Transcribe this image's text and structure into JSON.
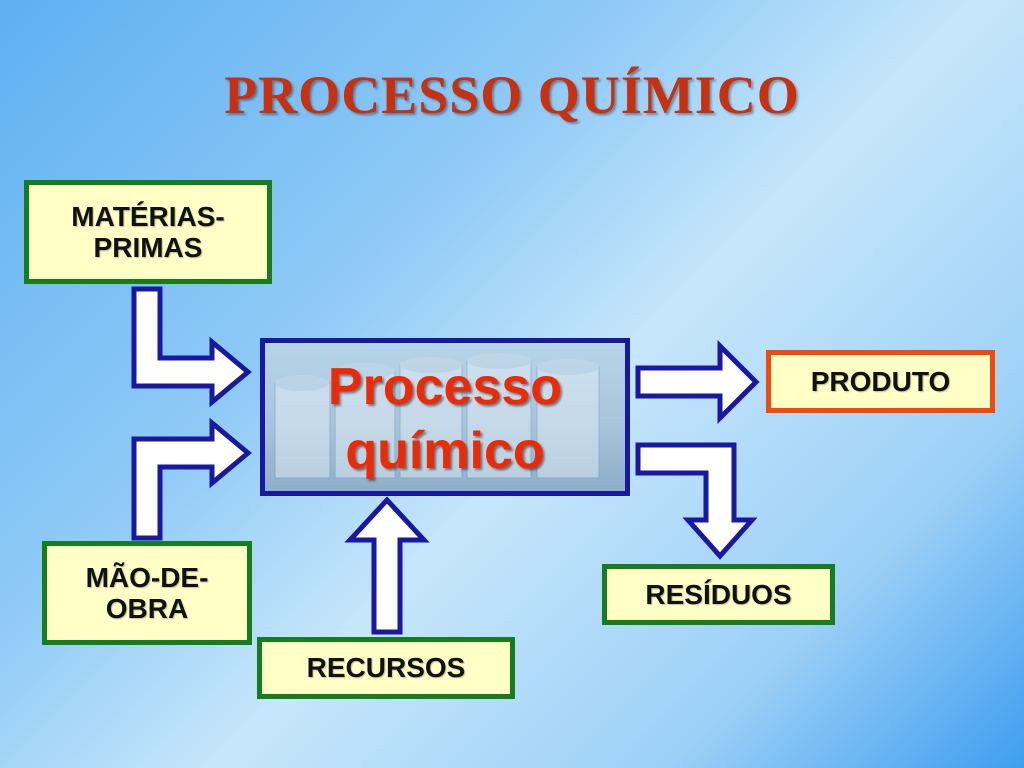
{
  "title": "PROCESSO QUÍMICO",
  "nodes": {
    "materias_primas": "MATÉRIAS-\nPRIMAS",
    "mao_de_obra": "MÃO-DE-\nOBRA",
    "recursos": "RECURSOS",
    "processo": "Processo\nquímico",
    "produto": "PRODUTO",
    "residuos": "RESÍDUOS"
  },
  "colors": {
    "title": "#c8300e",
    "input_border": "#157d1c",
    "output_border": "#f24a0c",
    "center_border": "#1818a0",
    "center_text": "#ee2a05",
    "arrow_outline": "#1818a0",
    "box_fill": "#ffffc6"
  }
}
